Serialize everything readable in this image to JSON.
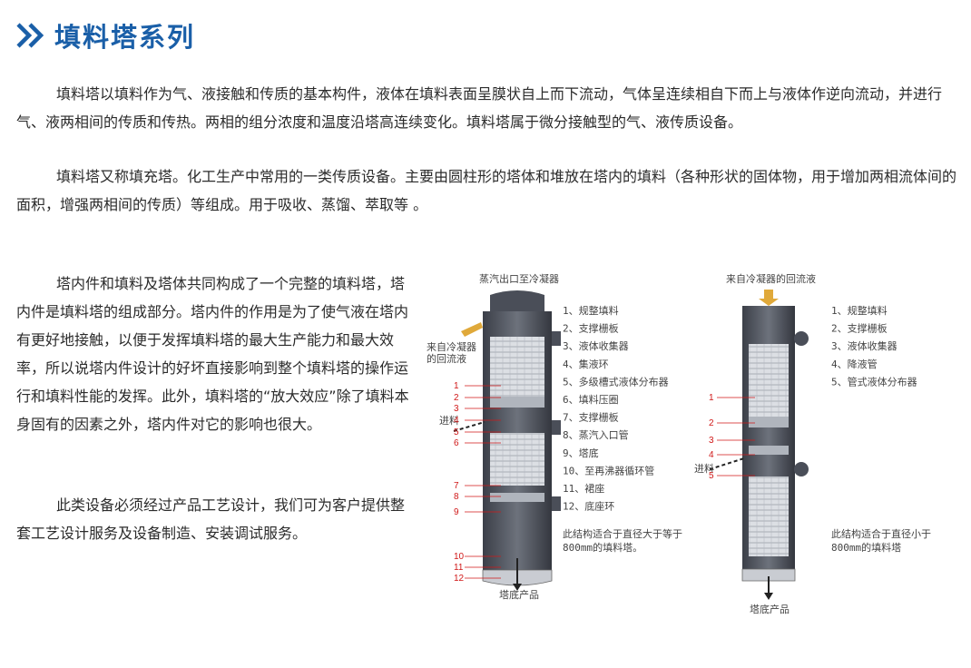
{
  "header": {
    "title": "填料塔系列",
    "icon": "double-chevron-icon",
    "accent": "#1a5fa8"
  },
  "intro": {
    "p1": "填料塔以填料作为气、液接触和传质的基本构件，液体在填料表面呈膜状自上而下流动，气体呈连续相自下而上与液体作逆向流动，并进行气、液两相间的传质和传热。两相的组分浓度和温度沿塔高连续变化。填料塔属于微分接触型的气、液传质设备。",
    "p2": "填料塔又称填充塔。化工生产中常用的一类传质设备。主要由圆柱形的塔体和堆放在塔内的填料（各种形状的固体物，用于增加两相流体间的面积，增强两相间的传质）等组成。用于吸收、蒸馏、萃取等 。"
  },
  "body": {
    "p3": "塔内件和填料及塔体共同构成了一个完整的填料塔，塔内件是填料塔的组成部分。塔内件的作用是为了使气液在塔内有更好地接触，以便于发挥填料塔的最大生产能力和最大效率，所以说塔内件设计的好坏直接影响到整个填料塔的操作运行和填料性能的发挥。此外，填料塔的“放大效应”除了填料本身固有的因素之外，塔内件对它的影响也很大。",
    "p4": "此类设备必须经过产品工艺设计，我们可为客户提供整套工艺设计服务及设备制造、安装调试服务。"
  },
  "diagram_left": {
    "top_label": "蒸汽出口至冷凝器",
    "reflux_label_1": "来自冷凝器",
    "reflux_label_2": "的回流液",
    "feed_label": "进料",
    "bottom_label": "塔底产品",
    "numbers": [
      "1",
      "2",
      "3",
      "4",
      "5",
      "6",
      "7",
      "8",
      "9",
      "10",
      "11",
      "12"
    ],
    "legend": [
      "1、规整填料",
      "2、支撑栅板",
      "3、液体收集器",
      "4、集液环",
      "5、多级槽式液体分布器",
      "6、填料压圈",
      "7、支撑栅板",
      "8、蒸汽入口管",
      "9、塔底",
      "10、至再沸器循环管",
      "11、裙座",
      "12、底座环"
    ],
    "note_1": "此结构适合于直径大于等于",
    "note_2": "800mm的填料塔。"
  },
  "diagram_right": {
    "top_label": "来自冷凝器的回流液",
    "feed_label": "进料",
    "bottom_label": "塔底产品",
    "numbers": [
      "1",
      "2",
      "3",
      "4",
      "5"
    ],
    "legend": [
      "1、规整填料",
      "2、支撑栅板",
      "3、液体收集器",
      "4、降液管",
      "5、管式液体分布器"
    ],
    "note_1": "此结构适合于直径小于",
    "note_2": "800mm的填料塔"
  }
}
